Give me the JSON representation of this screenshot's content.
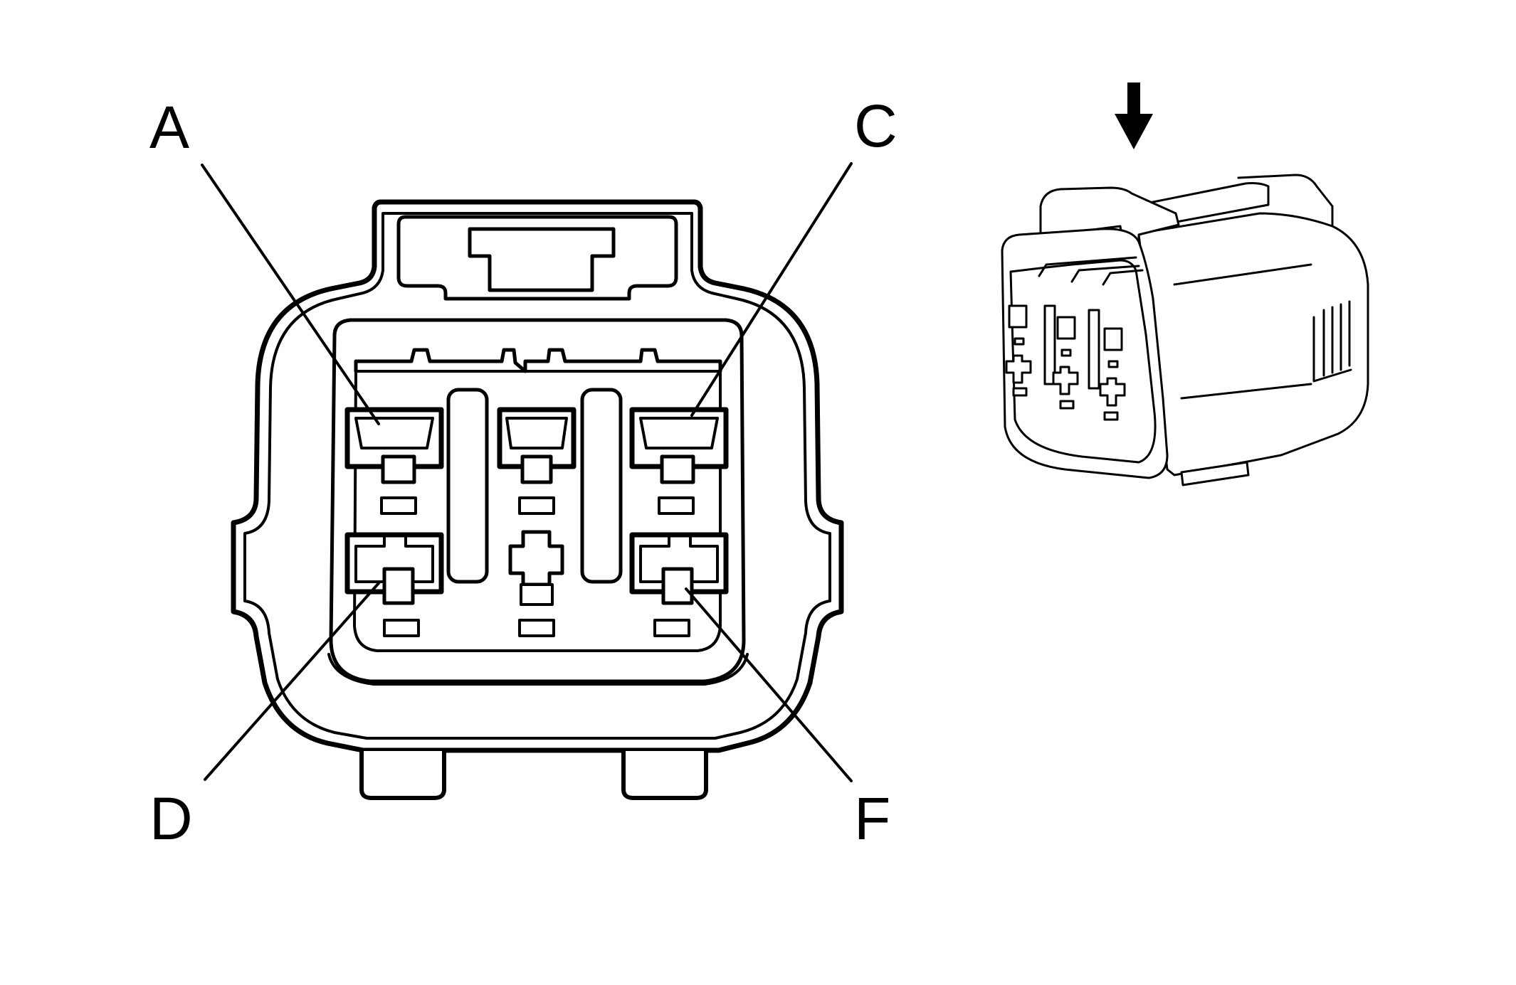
{
  "diagram": {
    "callouts": [
      {
        "id": "A",
        "label": "A"
      },
      {
        "id": "C",
        "label": "C"
      },
      {
        "id": "D",
        "label": "D"
      },
      {
        "id": "F",
        "label": "F"
      }
    ],
    "icons": {
      "front_view": "connector-front-view",
      "perspective": "connector-perspective-view",
      "view_direction": "down-arrow-icon"
    },
    "colors": {
      "line": "#000000",
      "background": "#ffffff"
    }
  }
}
